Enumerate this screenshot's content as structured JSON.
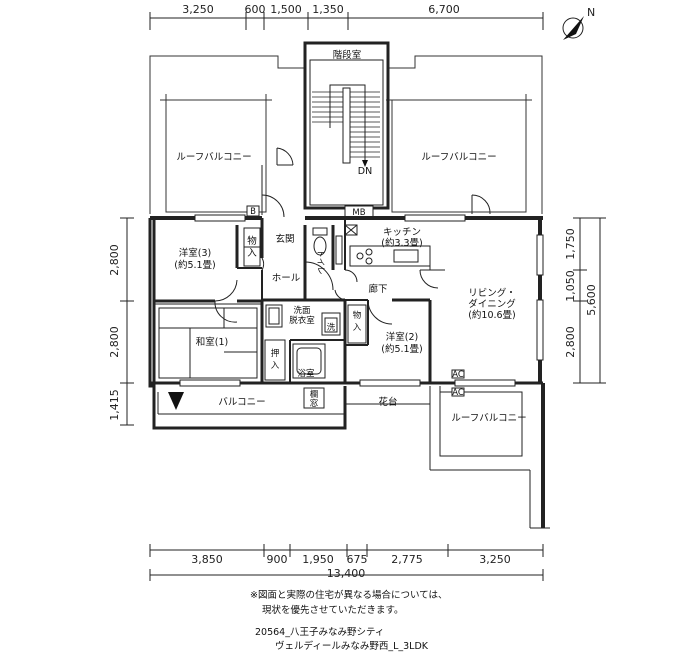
{
  "dimensions": {
    "top": [
      "3,250",
      "600",
      "1,500",
      "1,350",
      "6,700"
    ],
    "bottom": [
      "3,850",
      "900",
      "1,950",
      "675",
      "2,775",
      "3,250"
    ],
    "bottom_total": "13,400",
    "left": [
      "2,800",
      "2,800",
      "1,415"
    ],
    "right_inner": [
      "1,750",
      "1,050",
      "2,800"
    ],
    "right_total": "5,600"
  },
  "compass_label": "N",
  "rooms": {
    "stair": "階段室",
    "dn": "DN",
    "roof_balcony_left": "ルーフバルコニー",
    "roof_balcony_right": "ルーフバルコニー",
    "roof_balcony_lower": "ルーフバルコニー",
    "mb": "MB",
    "b": "B",
    "western3_name": "洋室(3)",
    "western3_size": "(約5.1畳)",
    "storage1": "物",
    "storage1b": "入",
    "entrance": "玄関",
    "toilet": "トイレ",
    "hall": "ホール",
    "kitchen_name": "キッチン",
    "kitchen_size": "(約3.3畳)",
    "corridor": "廊下",
    "living_name1": "リビング・",
    "living_name2": "ダイニング",
    "living_size": "(約10.6畳)",
    "washroom1": "洗面",
    "washroom2": "脱衣室",
    "wash": "洗",
    "storage2": "物",
    "storage2b": "入",
    "western2_name": "洋室(2)",
    "western2_size": "(約5.1畳)",
    "japanese_name": "和室(1)",
    "oshiire1": "押",
    "oshiire2": "入",
    "bath": "浴室",
    "window1": "欄",
    "window2": "窓",
    "balcony": "バルコニー",
    "flower_bed": "花台",
    "ac1": "AC",
    "ac2": "AC"
  },
  "note": {
    "line1": "※図面と実際の住宅が異なる場合については、",
    "line2": "現状を優先させていただきます。"
  },
  "caption": {
    "line1": "20564_八王子みなみ野シティ",
    "line2": "ヴェルディールみなみ野西_L_3LDK"
  }
}
